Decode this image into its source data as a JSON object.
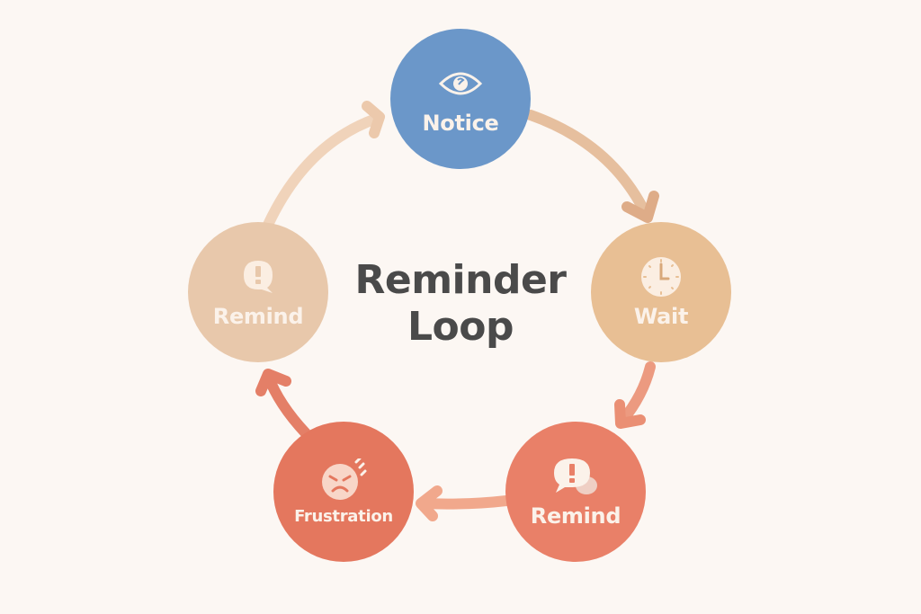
{
  "diagram": {
    "title_line1": "Reminder",
    "title_line2": "Loop",
    "type": "cycle",
    "nodes": [
      {
        "id": "notice",
        "label": "Notice",
        "icon": "eye-icon",
        "color": "#6b97c9"
      },
      {
        "id": "wait",
        "label": "Wait",
        "icon": "clock-icon",
        "color": "#e8bf94"
      },
      {
        "id": "remind-1",
        "label": "Remind",
        "icon": "speech-bubbles-exclamation-icon",
        "color": "#e98068"
      },
      {
        "id": "frustration",
        "label": "Frustration",
        "icon": "angry-face-icon",
        "color": "#e4775e"
      },
      {
        "id": "remind-2",
        "label": "Remind",
        "icon": "speech-bubble-exclamation-icon",
        "color": "#e8c8ab"
      }
    ],
    "edges": [
      {
        "from": "notice",
        "to": "wait",
        "color": "#e6bf9e"
      },
      {
        "from": "wait",
        "to": "remind-1",
        "color": "#ec9a80"
      },
      {
        "from": "remind-1",
        "to": "frustration",
        "color": "#f1a88c"
      },
      {
        "from": "frustration",
        "to": "remind-2",
        "color": "#e47f67"
      },
      {
        "from": "remind-2",
        "to": "notice",
        "color": "#f0d3ba"
      }
    ],
    "colors": {
      "background": "#fcf7f3",
      "title": "#4a4a4a",
      "label": "#fbf2ea"
    }
  }
}
